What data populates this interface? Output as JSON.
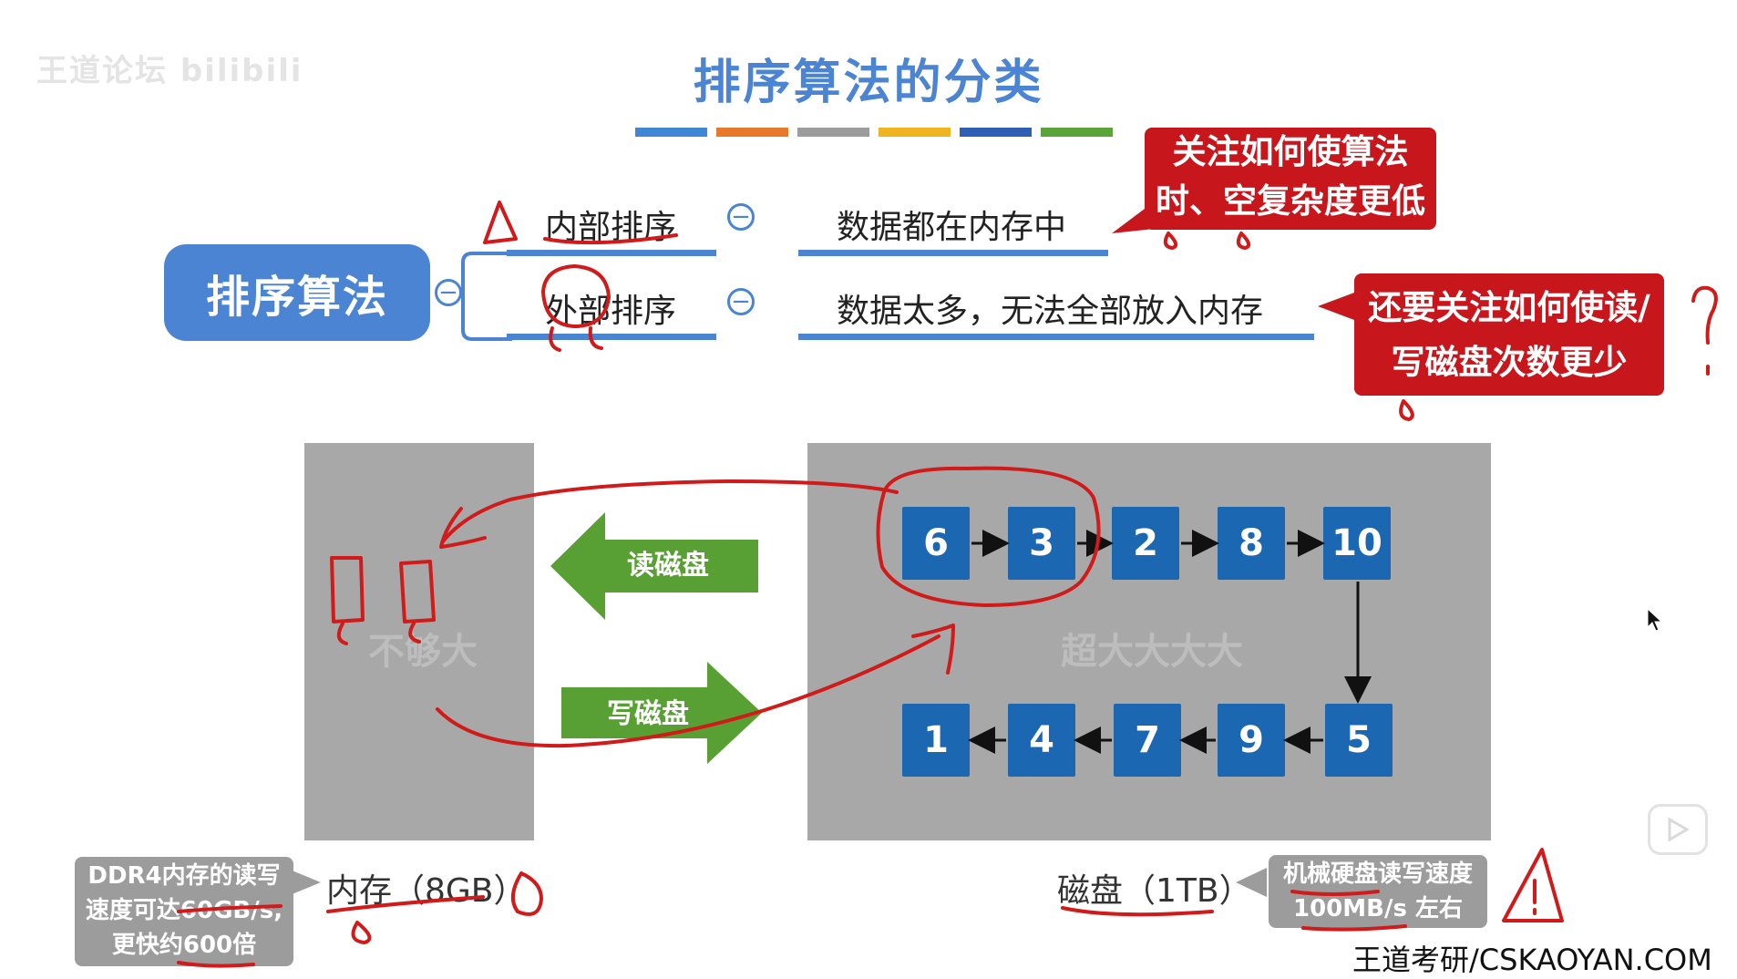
{
  "watermark": {
    "text": "王道论坛 bilibili"
  },
  "title": "排序算法的分类",
  "colors": {
    "title_blue": "#4a84d2",
    "callout_red": "#c8161d",
    "box_blue": "#1c67b1",
    "arrow_green": "#59a034",
    "panel_gray": "#a8a8a8",
    "ink_red": "#d11a1a",
    "bars": [
      "#3f87d4",
      "#e8792b",
      "#9c9c9c",
      "#f0b41e",
      "#2e5fb5",
      "#5aa43a"
    ]
  },
  "mindmap": {
    "root": "排序算法",
    "branches": [
      {
        "label": "内部排序",
        "desc": "数据都在内存中"
      },
      {
        "label": "外部排序",
        "desc": "数据太多，无法全部放入内存"
      }
    ],
    "collapse_symbol": "−"
  },
  "callouts": {
    "internal": [
      "关注如何使算法",
      "时、空复杂度更低"
    ],
    "external": [
      "还要关注如何使读/",
      "写磁盘次数更少"
    ]
  },
  "diagram": {
    "memory_panel_text": "不够大",
    "disk_panel_text": "超大大大大",
    "read_arrow_label": "读磁盘",
    "write_arrow_label": "写磁盘",
    "row1": [
      "6",
      "3",
      "2",
      "8",
      "10"
    ],
    "row2": [
      "1",
      "4",
      "7",
      "9",
      "5"
    ]
  },
  "memory": {
    "note": [
      "DDR4内存的读写",
      "速度可达60GB/s,",
      "更快约600倍"
    ],
    "caption": "内存（8GB）"
  },
  "disk": {
    "note": [
      "机械硬盘读写速度",
      "100MB/s 左右"
    ],
    "caption": "磁盘（1TB）"
  },
  "footer": "王道考研/CSKAOYAN.COM",
  "icons": [
    "cursor-icon",
    "play-button-icon",
    "collapse-icon"
  ]
}
